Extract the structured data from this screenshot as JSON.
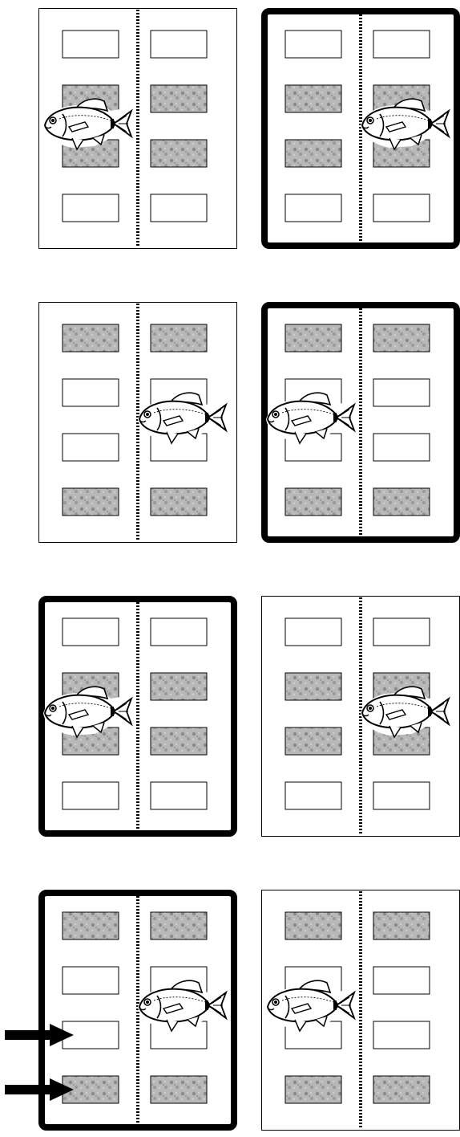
{
  "figure": {
    "panels": [
      {
        "id": "r1-left",
        "thick_border": false,
        "fish_column": "left",
        "rows": [
          "empty",
          "textured",
          "textured",
          "empty"
        ],
        "arrows": 0
      },
      {
        "id": "r1-right",
        "thick_border": true,
        "fish_column": "right",
        "rows": [
          "empty",
          "textured",
          "textured",
          "empty"
        ],
        "arrows": 0
      },
      {
        "id": "r2-left",
        "thick_border": false,
        "fish_column": "right",
        "rows": [
          "textured",
          "empty",
          "empty",
          "textured"
        ],
        "arrows": 0
      },
      {
        "id": "r2-right",
        "thick_border": true,
        "fish_column": "left",
        "rows": [
          "textured",
          "empty",
          "empty",
          "textured"
        ],
        "arrows": 0
      },
      {
        "id": "r3-left",
        "thick_border": true,
        "fish_column": "left",
        "rows": [
          "empty",
          "textured",
          "textured",
          "empty"
        ],
        "arrows": 0
      },
      {
        "id": "r3-right",
        "thick_border": false,
        "fish_column": "right",
        "rows": [
          "empty",
          "textured",
          "textured",
          "empty"
        ],
        "arrows": 0
      },
      {
        "id": "r4-left",
        "thick_border": true,
        "fish_column": "right",
        "rows": [
          "textured",
          "empty",
          "empty",
          "textured"
        ],
        "arrows": 2
      },
      {
        "id": "r4-right",
        "thick_border": false,
        "fish_column": "left",
        "rows": [
          "textured",
          "empty",
          "empty",
          "textured"
        ],
        "arrows": 0
      }
    ],
    "colors": {
      "line": "#000000",
      "texture_base": "#b8b8b8",
      "texture_dark": "#8a8a8a",
      "background": "#ffffff"
    }
  }
}
